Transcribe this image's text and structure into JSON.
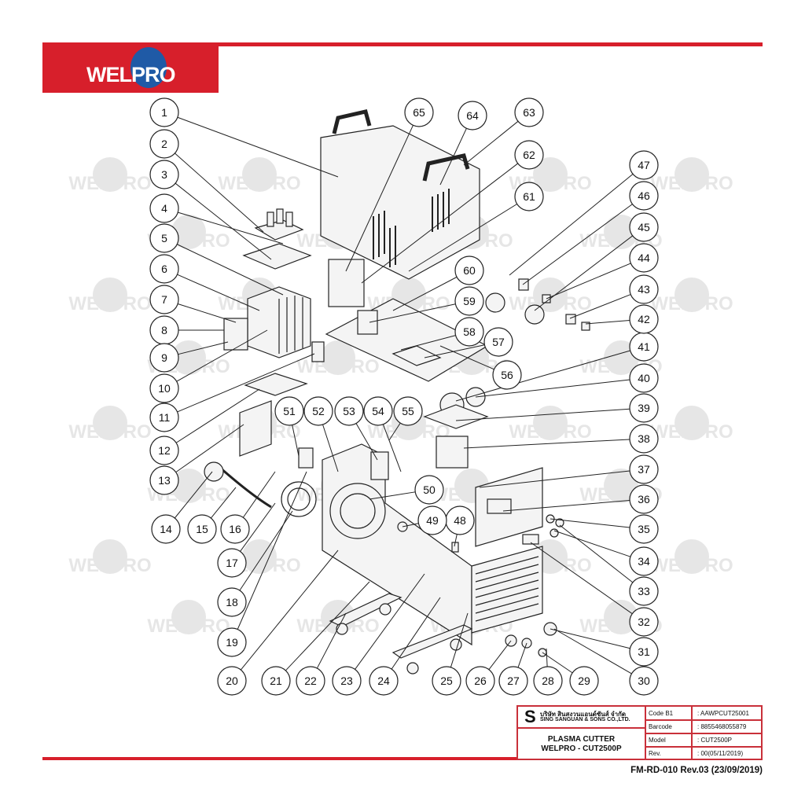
{
  "header": {
    "brand": "WELPRO",
    "accent_color": "#d71f2b"
  },
  "watermark": "WELPRO",
  "callouts": [
    "1",
    "2",
    "3",
    "4",
    "5",
    "6",
    "7",
    "8",
    "9",
    "10",
    "11",
    "12",
    "13",
    "14",
    "15",
    "16",
    "17",
    "18",
    "19",
    "20",
    "21",
    "22",
    "23",
    "24",
    "25",
    "26",
    "27",
    "28",
    "29",
    "30",
    "31",
    "32",
    "33",
    "34",
    "35",
    "36",
    "37",
    "38",
    "39",
    "40",
    "41",
    "42",
    "43",
    "44",
    "45",
    "46",
    "47",
    "48",
    "49",
    "50",
    "51",
    "52",
    "53",
    "54",
    "55",
    "56",
    "57",
    "58",
    "59",
    "60",
    "61",
    "62",
    "63",
    "64",
    "65"
  ],
  "title_block": {
    "company_thai": "บริษัท สินสงวนแอนด์ซันส์ จำกัด",
    "company_en": "SING SANGUAN & SONS CO.,LTD.",
    "product": "PLASMA CUTTER",
    "product_model": "WELPRO - CUT2500P",
    "rows": [
      {
        "key": "Code B1",
        "value": ": AAWPCUT25001"
      },
      {
        "key": "Barcode",
        "value": ": 8855468055879"
      },
      {
        "key": "Model",
        "value": ": CUT2500P"
      },
      {
        "key": "Rev.",
        "value": ": 00(05/11/2019)"
      }
    ]
  },
  "form_code": "FM-RD-010 Rev.03 (23/09/2019)"
}
